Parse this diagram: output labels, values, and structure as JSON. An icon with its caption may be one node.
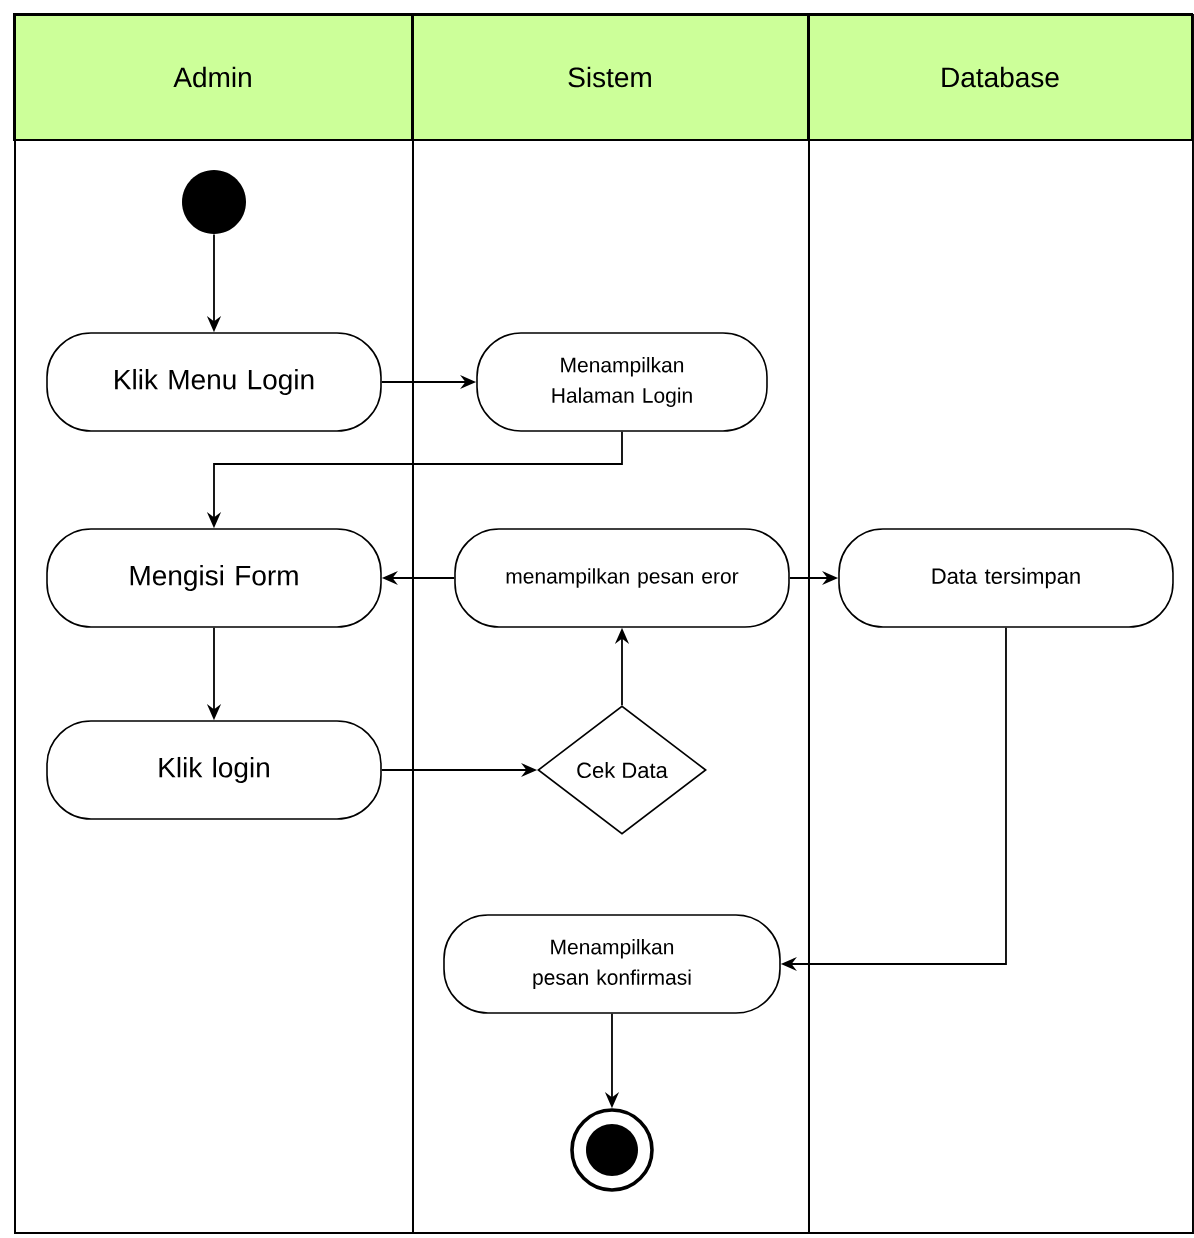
{
  "diagram": {
    "nodes": [
      {
        "text": [
          "Admin"
        ]
      },
      {
        "text": [
          "Sistem"
        ]
      },
      {
        "text": [
          "Database"
        ]
      },
      {
        "text": [],
        "shape": "circle",
        "in": 0
      },
      {
        "text": [
          "Klik Menu Login"
        ],
        "in": 0
      },
      {
        "text": [
          "Menampilkan Halaman Login"
        ],
        "in": 1
      },
      {
        "text": [
          "Mengisi Form"
        ],
        "in": 0
      },
      {
        "text": [
          "menampilkan pesan eror"
        ],
        "in": 1
      },
      {
        "text": [
          "Data tersimpan"
        ],
        "in": 2
      },
      {
        "text": [
          "Klik login"
        ],
        "in": 0
      },
      {
        "text": [
          "Cek Data"
        ],
        "in": 1
      },
      {
        "text": [
          "Menampilkan pesan konfirmasi"
        ],
        "in": 1
      },
      {
        "text": [],
        "shape": "bullseye",
        "in": 1
      }
    ],
    "edges": [
      {
        "from": 3,
        "to": 4,
        "arrow": "to"
      },
      {
        "from": 4,
        "to": 5,
        "arrow": "to"
      },
      {
        "from": 5,
        "to": 6,
        "arrow": "to"
      },
      {
        "from": 6,
        "to": 9,
        "arrow": "to"
      },
      {
        "from": 9,
        "to": 10,
        "arrow": "to"
      },
      {
        "from": 10,
        "to": 7,
        "arrow": "to"
      },
      {
        "from": 7,
        "to": 6,
        "arrow": "to"
      },
      {
        "from": 7,
        "to": 8,
        "arrow": "to"
      },
      {
        "from": 8,
        "to": 11,
        "arrow": "to"
      },
      {
        "from": 11,
        "to": 12,
        "arrow": "to"
      }
    ]
  }
}
